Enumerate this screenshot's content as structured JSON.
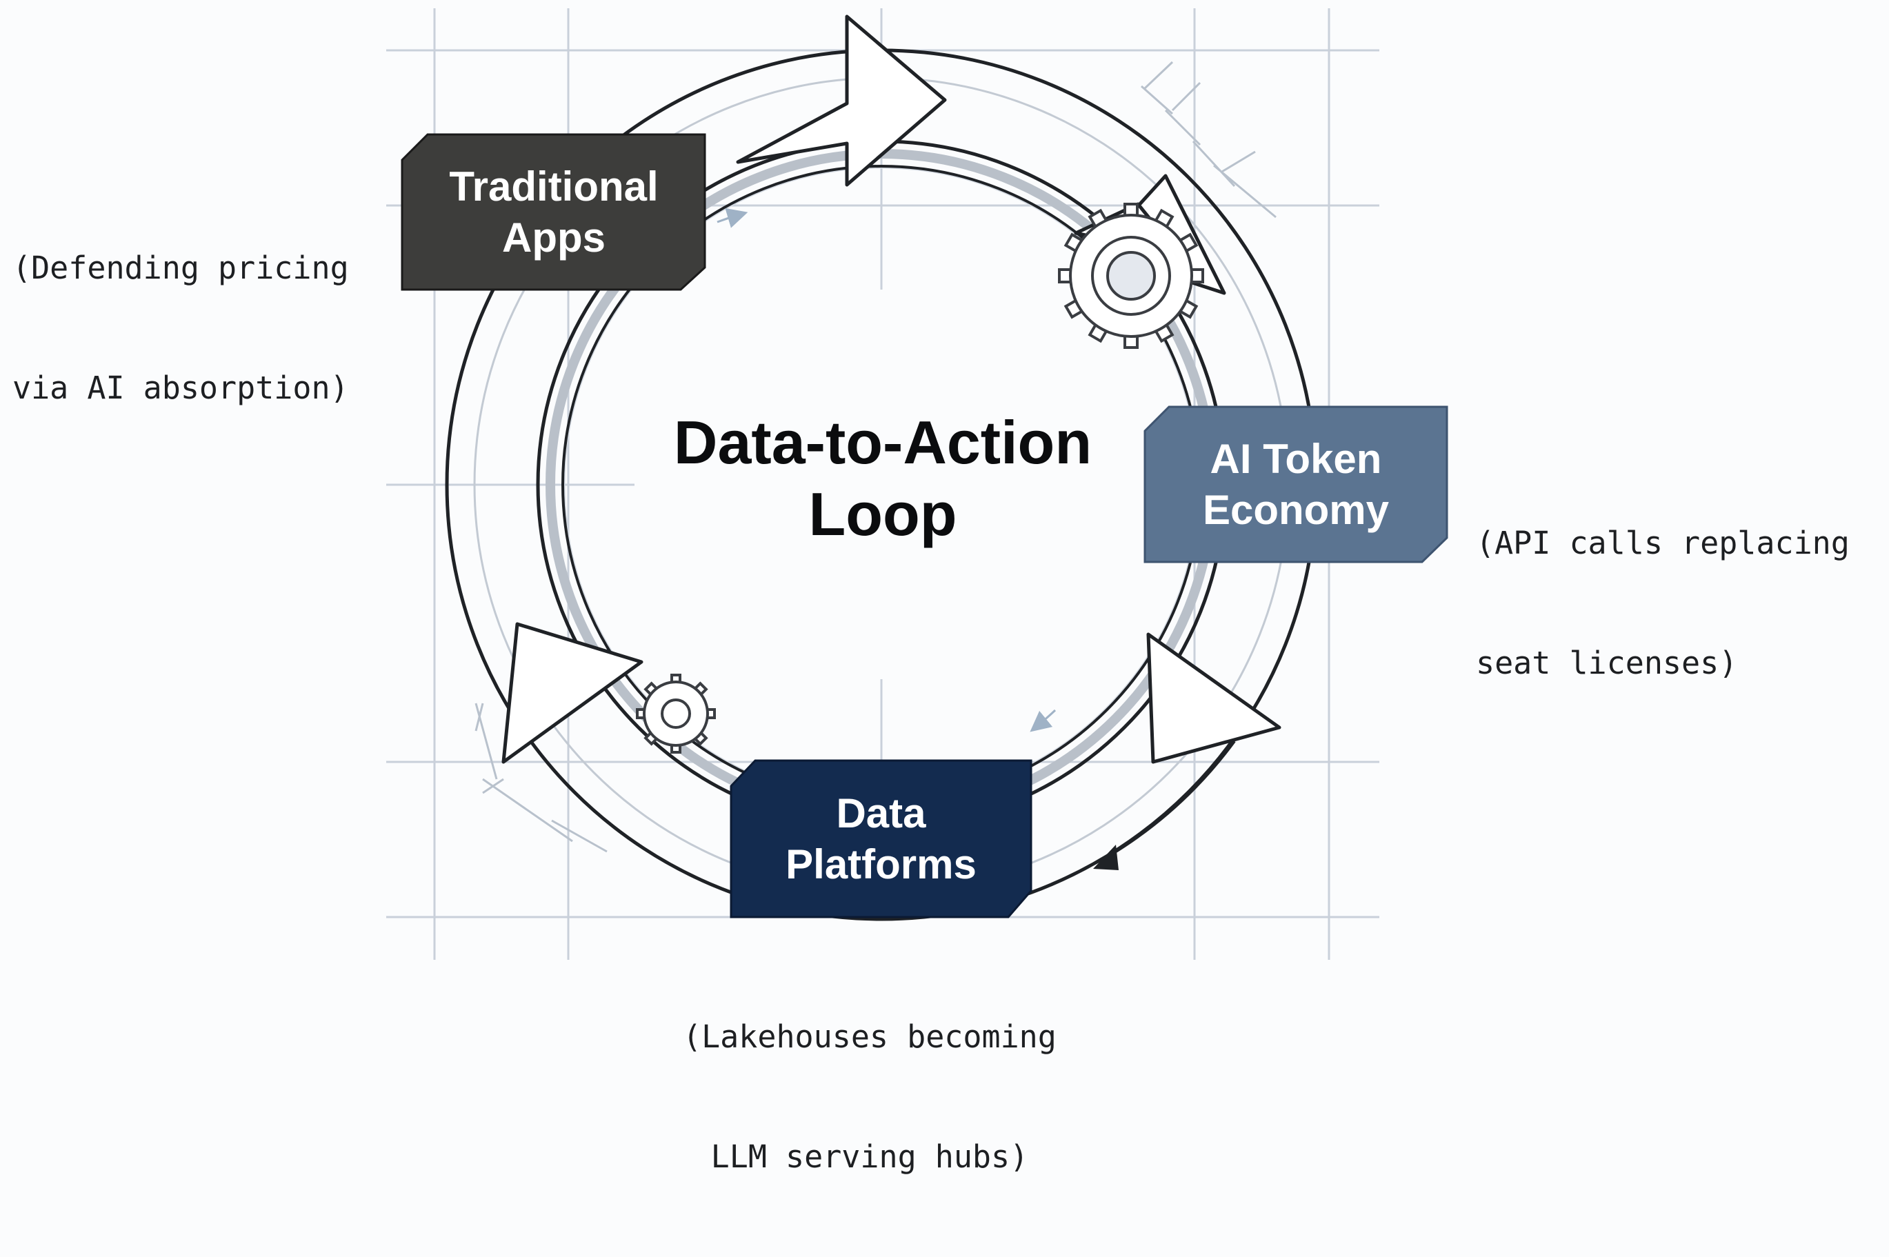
{
  "title": {
    "line1": "Data-to-Action",
    "line2": "Loop"
  },
  "nodes": {
    "traditional_apps": {
      "line1": "Traditional",
      "line2": "Apps",
      "color": "#3d3d3b",
      "note_line1": "(Defending pricing",
      "note_line2": "via AI absorption)"
    },
    "ai_token_economy": {
      "line1": "AI Token",
      "line2": "Economy",
      "color": "#5b7491",
      "note_line1": "(API calls replacing",
      "note_line2": "seat licenses)"
    },
    "data_platforms": {
      "line1": "Data",
      "line2": "Platforms",
      "color": "#132b4f",
      "note_line1": "(Lakehouses becoming",
      "note_line2": "LLM serving hubs)"
    }
  },
  "decorations": {
    "cycle_arrows": 3,
    "gear_icons": 2,
    "grid_color": "#c9d0da",
    "ring_color": "#1f2226"
  }
}
